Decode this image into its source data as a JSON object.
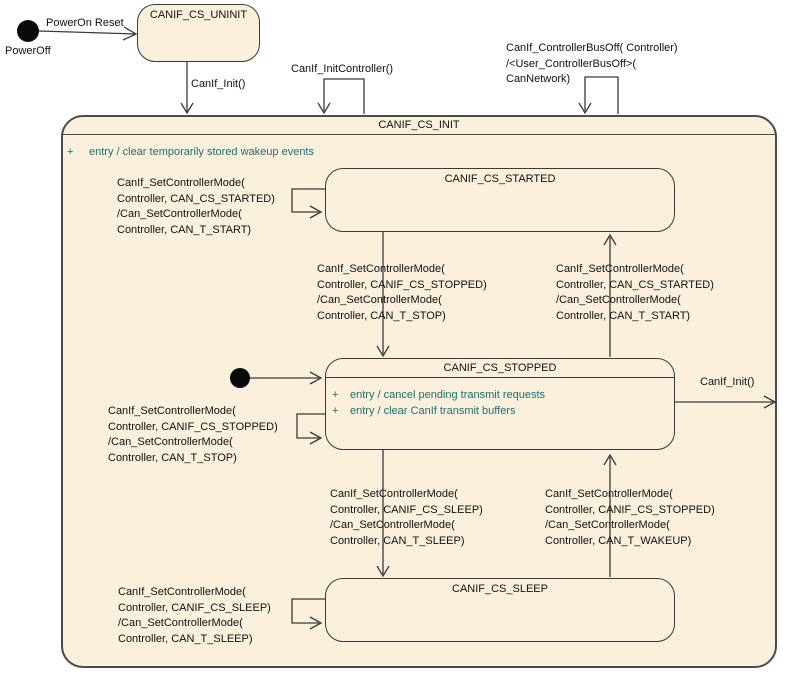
{
  "colors": {
    "state_fill": "#fbf0dc",
    "state_border": "#3a3a3a",
    "big_border": "#4a4a4a",
    "entry_text": "#1e6f6f",
    "label_text": "#111111",
    "line_color": "#3a3a3a",
    "background": "#ffffff"
  },
  "entry_bullet": "+",
  "pseudo": {
    "poweroff_label": "PowerOff"
  },
  "states": {
    "uninit": {
      "title": "CANIF_CS_UNINIT"
    },
    "init": {
      "title": "CANIF_CS_INIT",
      "entries": [
        "entry / clear temporarily stored wakeup events"
      ]
    },
    "started": {
      "title": "CANIF_CS_STARTED"
    },
    "stopped": {
      "title": "CANIF_CS_STOPPED",
      "entries": [
        "entry / cancel pending transmit requests",
        "entry / clear CanIf transmit buffers"
      ]
    },
    "sleep": {
      "title": "CANIF_CS_SLEEP"
    }
  },
  "transitions": {
    "poweron_reset": "PowerOn Reset",
    "uninit_to_init": "CanIf_Init()",
    "init_self_initcontroller": "CanIf_InitController()",
    "init_self_busoff": "CanIf_ControllerBusOff( Controller)\n/<User_ControllerBusOff>(\nCanNetwork)",
    "started_self": "CanIf_SetControllerMode(\nController, CAN_CS_STARTED)\n/Can_SetControllerMode(\nController, CAN_T_START)",
    "started_to_stopped": "CanIf_SetControllerMode(\nController, CANIF_CS_STOPPED)\n/Can_SetControllerMode(\nController, CAN_T_STOP)",
    "stopped_to_started": "CanIf_SetControllerMode(\nController, CAN_CS_STARTED)\n/Can_SetControllerMode(\nController, CAN_T_START)",
    "stopped_self": "CanIf_SetControllerMode(\nController, CANIF_CS_STOPPED)\n/Can_SetControllerMode(\nController, CAN_T_STOP)",
    "stopped_exit_init": "CanIf_Init()",
    "stopped_to_sleep": "CanIf_SetControllerMode(\nController, CANIF_CS_SLEEP)\n/Can_SetControllerMode(\nController, CAN_T_SLEEP)",
    "sleep_to_stopped": "CanIf_SetControllerMode(\nController, CANIF_CS_STOPPED)\n/Can_SetControllerMode(\nController, CAN_T_WAKEUP)",
    "sleep_self": "CanIf_SetControllerMode(\nController, CANIF_CS_SLEEP)\n/Can_SetControllerMode(\nController, CAN_T_SLEEP)"
  }
}
